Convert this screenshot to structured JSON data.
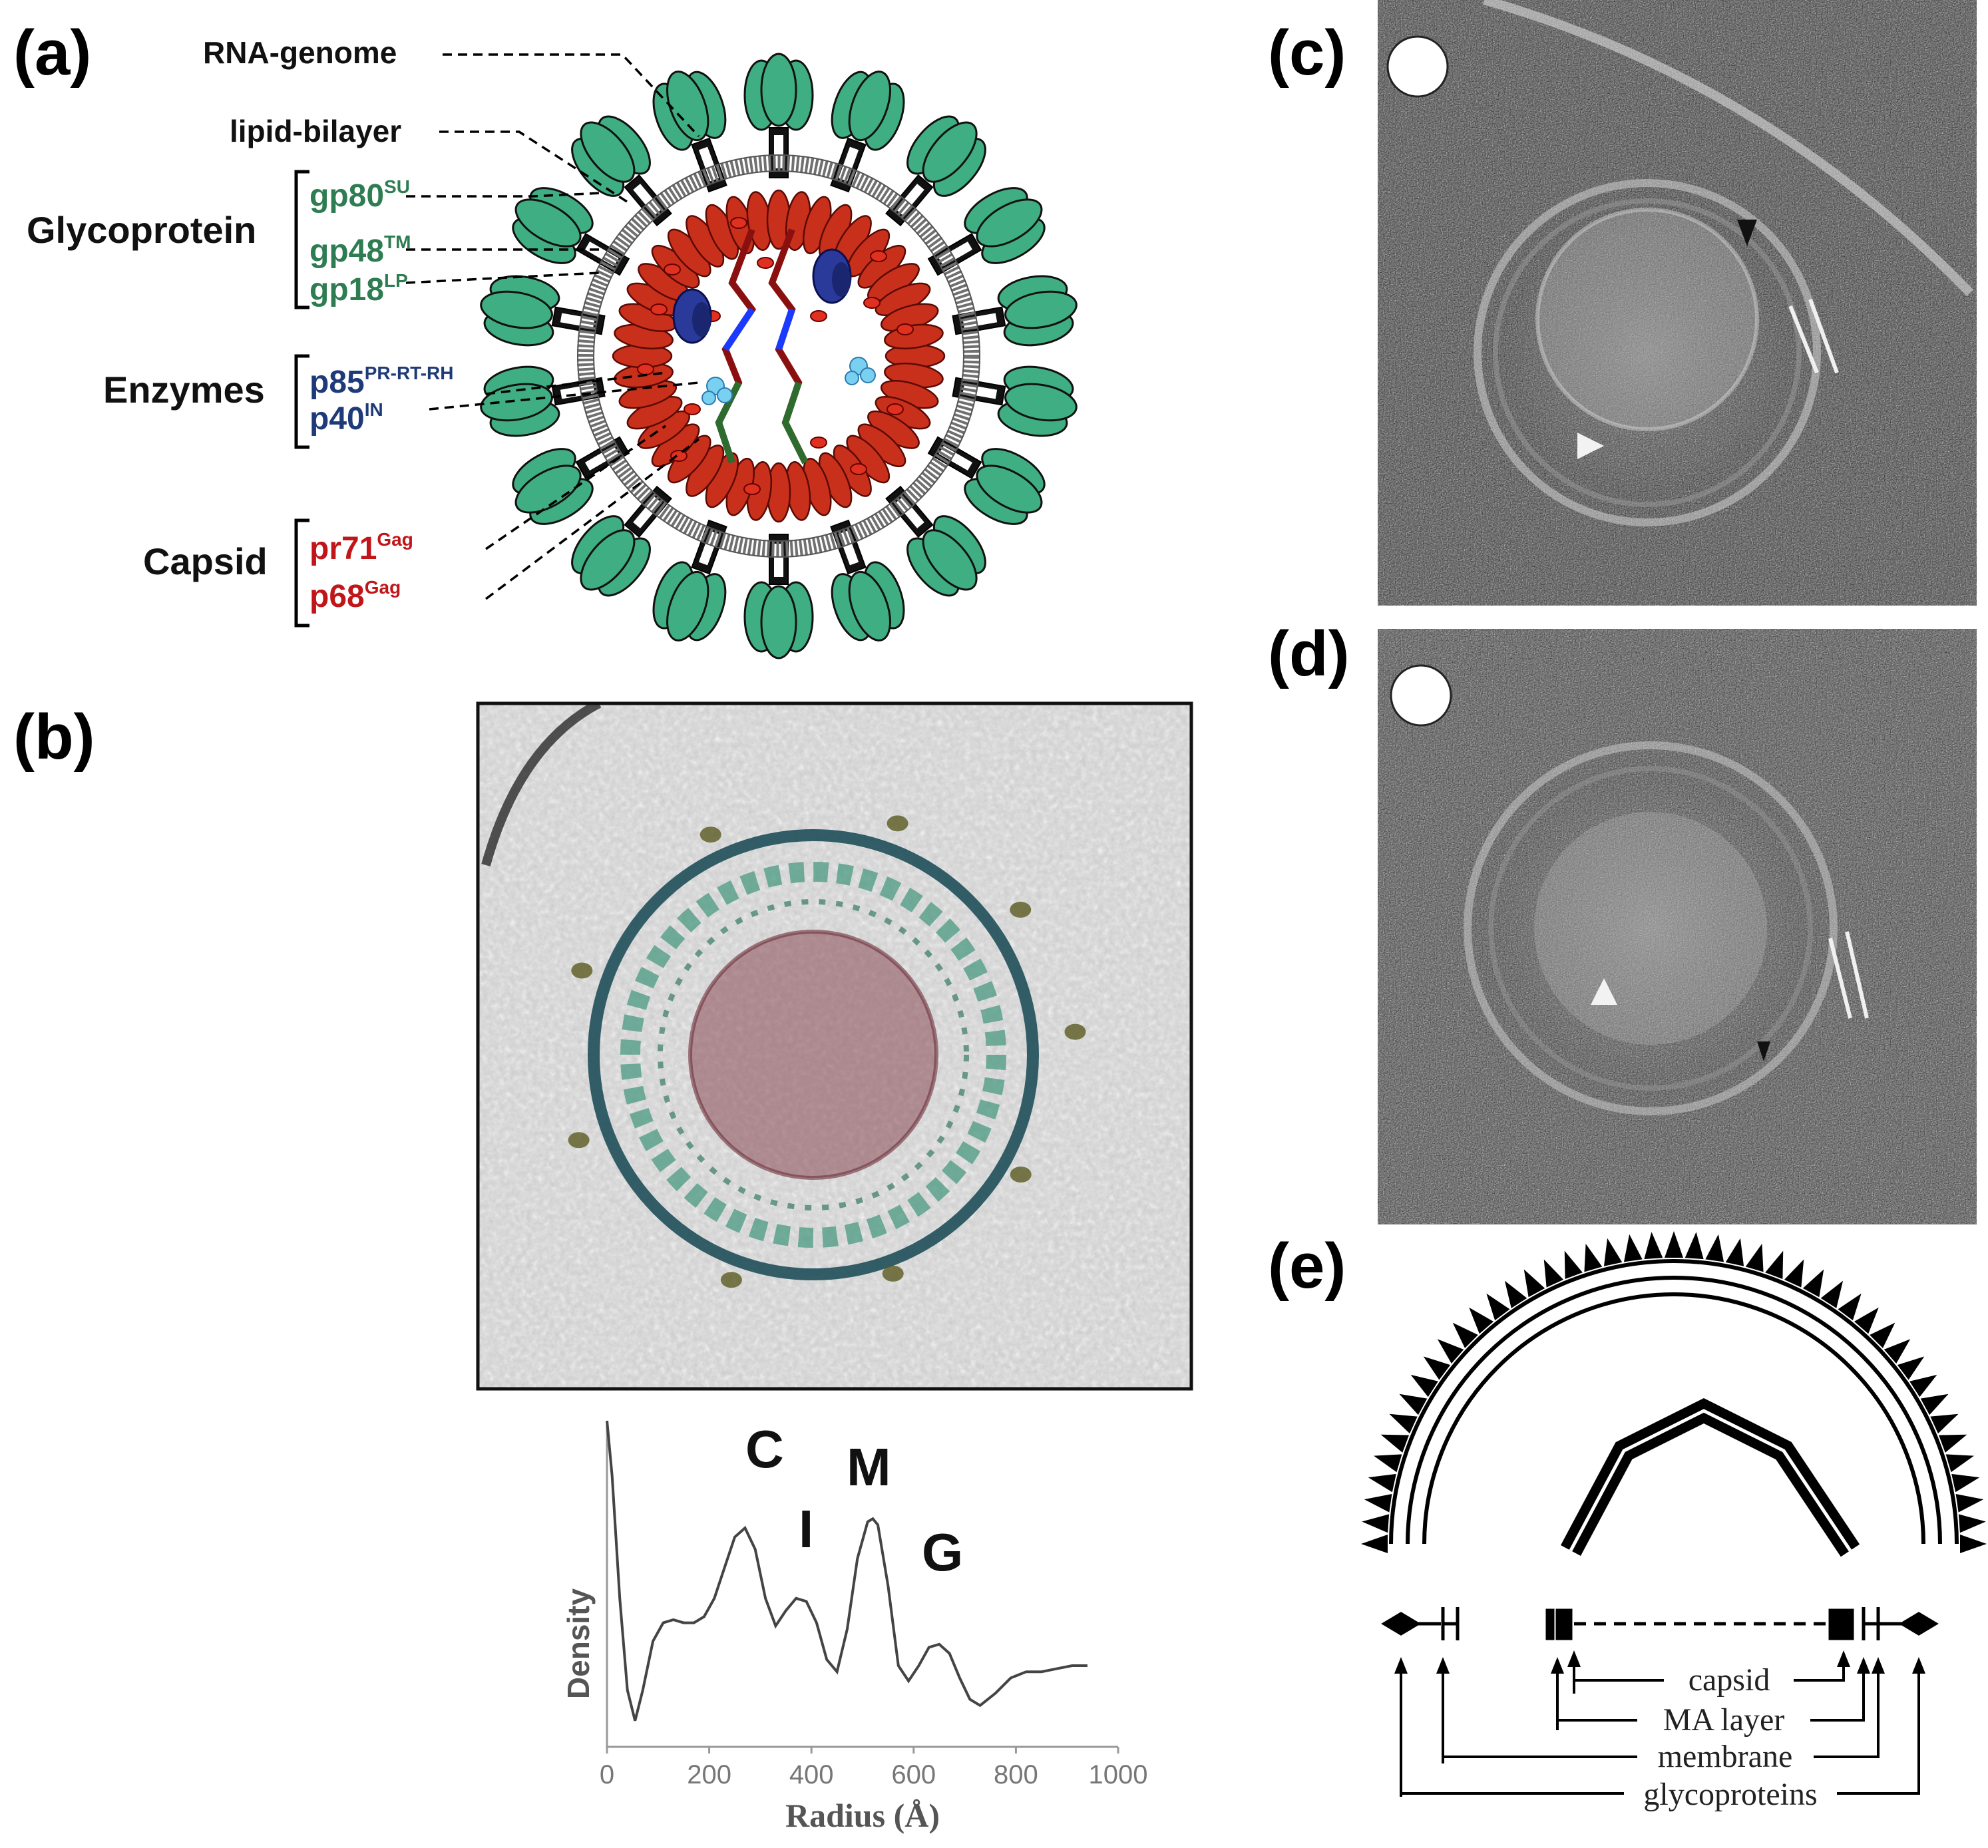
{
  "panel_labels": {
    "a": "(a)",
    "b": "(b)",
    "c": "(c)",
    "d": "(d)",
    "e": "(e)"
  },
  "panel_a": {
    "top_labels": {
      "rna": "RNA-genome",
      "lipid": "lipid-bilayer"
    },
    "groups": {
      "glycoprotein": "Glycoprotein",
      "enzymes": "Enzymes",
      "capsid": "Capsid"
    },
    "proteins": {
      "gp80": {
        "base": "gp80",
        "sup": "SU"
      },
      "gp48": {
        "base": "gp48",
        "sup": "TM"
      },
      "gp18": {
        "base": "gp18",
        "sup": "LP"
      },
      "p85": {
        "base": "p85",
        "sup": "PR-RT-RH"
      },
      "p40": {
        "base": "p40",
        "sup": "IN"
      },
      "pr71": {
        "base": "pr71",
        "sup": "Gag"
      },
      "p68": {
        "base": "p68",
        "sup": "Gag"
      }
    },
    "colors": {
      "glyco": "#2e7d52",
      "enzyme": "#1f3a78",
      "capsid": "#c0161a",
      "spike": "#3fae82",
      "capsid_fill": "#c8301c",
      "bilayer": "#707070"
    }
  },
  "panel_b": {
    "peak_labels": {
      "c": "C",
      "i": "I",
      "m": "M",
      "g": "G"
    },
    "chart_data": {
      "type": "line",
      "xlabel": "Radius (Å)",
      "ylabel": "Density",
      "xlim": [
        0,
        1000
      ],
      "xticks": [
        "0",
        "200",
        "400",
        "600",
        "800",
        "1000"
      ],
      "series": [
        {
          "x": [
            0,
            10,
            25,
            40,
            55,
            70,
            90,
            110,
            130,
            150,
            170,
            190,
            210,
            230,
            250,
            270,
            290,
            310,
            330,
            350,
            370,
            390,
            410,
            430,
            450,
            470,
            490,
            510,
            520,
            530,
            550,
            570,
            590,
            610,
            630,
            650,
            670,
            690,
            710,
            730,
            760,
            790,
            820,
            850,
            880,
            910,
            940
          ],
          "y": [
            1.0,
            0.82,
            0.42,
            0.12,
            0.02,
            0.12,
            0.28,
            0.34,
            0.35,
            0.34,
            0.34,
            0.36,
            0.42,
            0.52,
            0.62,
            0.65,
            0.58,
            0.42,
            0.33,
            0.38,
            0.42,
            0.41,
            0.34,
            0.22,
            0.18,
            0.32,
            0.55,
            0.67,
            0.68,
            0.66,
            0.46,
            0.2,
            0.15,
            0.2,
            0.26,
            0.27,
            0.24,
            0.16,
            0.09,
            0.07,
            0.11,
            0.16,
            0.18,
            0.18,
            0.19,
            0.2,
            0.2
          ]
        }
      ]
    }
  },
  "panel_e": {
    "labels": {
      "capsid": "capsid",
      "ma": "MA layer",
      "membrane": "membrane",
      "glyco": "glycoproteins"
    }
  }
}
